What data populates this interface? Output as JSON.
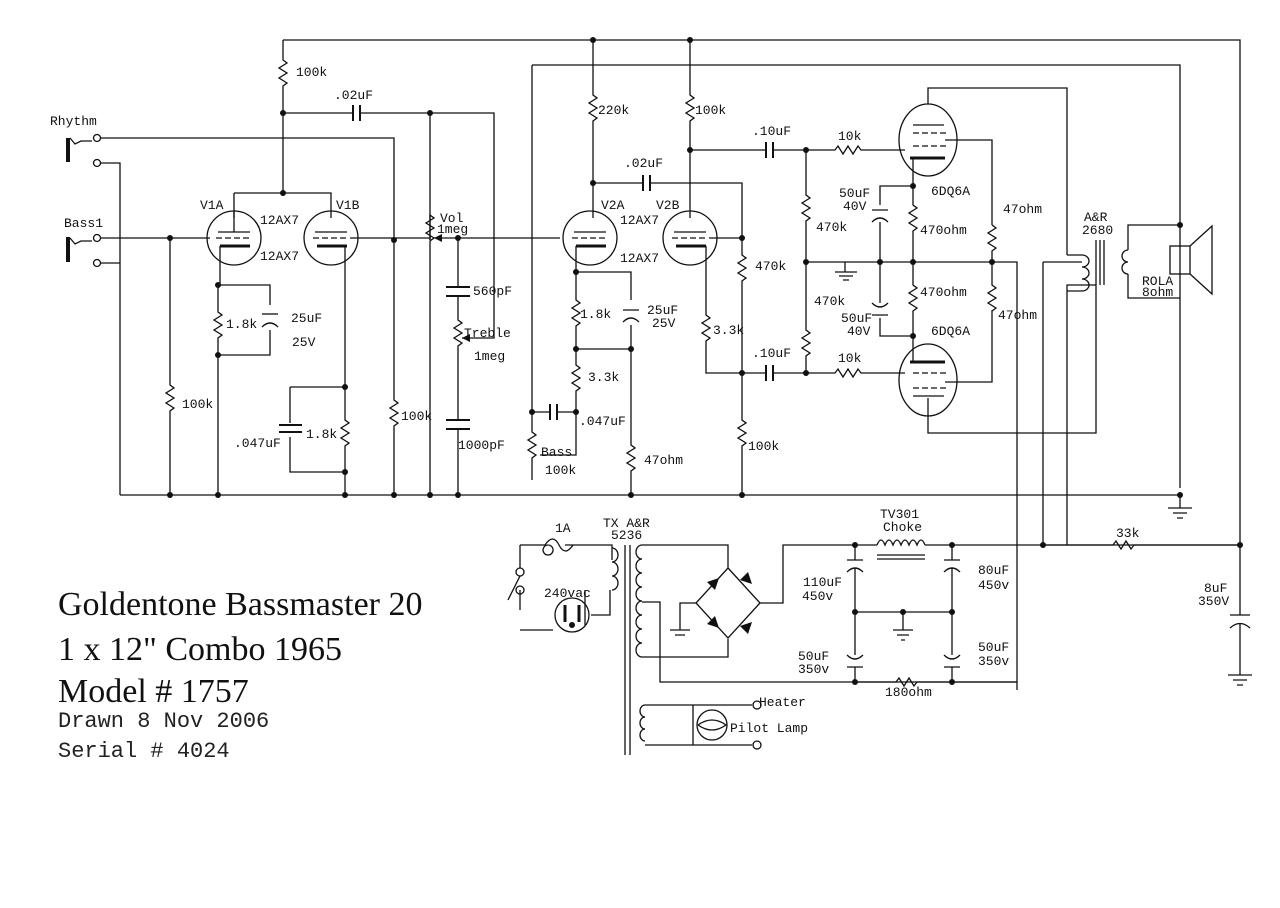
{
  "title_block": {
    "line1": "Goldentone Bassmaster 20",
    "line2": "1 x 12\" Combo 1965",
    "line3": "Model # 1757",
    "drawn": "Drawn 8 Nov 2006",
    "serial": "Serial # 4024"
  },
  "inputs": {
    "rhythm": "Rhythm",
    "bass1": "Bass1"
  },
  "tubes": {
    "v1a": "V1A",
    "v1b": "V1B",
    "v1_type_top": "12AX7",
    "v1_type_bottom": "12AX7",
    "v2a": "V2A",
    "v2b": "V2B",
    "v2_type_top": "12AX7",
    "v2_type_bottom": "12AX7",
    "power_top": "6DQ6A",
    "power_bottom": "6DQ6A"
  },
  "preamp": {
    "r_plate_v1": "100k",
    "c_coupling_v1": ".02uF",
    "r_grid_v1": "100k",
    "r_cathode_v1a": "1.8k",
    "c_cathode_v1a_value": "25uF",
    "c_cathode_v1a_voltage": "25V",
    "r_cathode_v1b": "1.8k",
    "c_cathode_v1b": ".047uF",
    "r_mix": "100k",
    "vol_name": "Vol",
    "vol_value": "1meg",
    "c_treble": "560pF",
    "treble_name": "Treble",
    "treble_value": "1meg",
    "c_tone_bottom": "1000pF"
  },
  "phase_inverter": {
    "r_plate_v2a": "220k",
    "r_plate_v2b": "100k",
    "c_v2_coupling": ".02uF",
    "c_out_top": ".10uF",
    "c_out_bottom": ".10uF",
    "r_cathode_v2a": "1.8k",
    "c_cathode_v2a_value": "25uF",
    "c_cathode_v2a_voltage": "25V",
    "r_tail": "3.3k",
    "c_bass": ".047uF",
    "bass_name": "Bass",
    "bass_value": "100k",
    "r_47ohm": "47ohm",
    "r_v2b_grid": "470k",
    "r_v2b_3k3": "3.3k",
    "r_bottom_100k": "100k"
  },
  "power_stage": {
    "r_grid_stop_top": "10k",
    "r_grid_stop_bottom": "10k",
    "r_grid_leak_top": "470k",
    "r_grid_leak_bottom": "470k",
    "c_cath_top_value": "50uF",
    "c_cath_top_voltage": "40V",
    "c_cath_bottom_value": "50uF",
    "c_cath_bottom_voltage": "40V",
    "r_cath_top": "470ohm",
    "r_cath_bottom": "470ohm",
    "r_screen_top": "47ohm",
    "r_screen_bottom": "47ohm"
  },
  "output": {
    "ot_brand": "A&R",
    "ot_model": "2680",
    "speaker_brand": "ROLA",
    "speaker_impedance": "8ohm"
  },
  "power_supply": {
    "fuse": "1A",
    "mains": "240vac",
    "pt_name": "TX A&R",
    "pt_model": "5236",
    "choke_model": "TV301",
    "choke_label": "Choke",
    "c1_value": "110uF",
    "c1_voltage": "450v",
    "c2_value": "80uF",
    "c2_voltage": "450v",
    "c3_value": "50uF",
    "c3_voltage": "350v",
    "c4_value": "50uF",
    "c4_voltage": "350v",
    "r_balance": "180ohm",
    "r_dropping": "33k",
    "c_last_value": "8uF",
    "c_last_voltage": "350V",
    "heater": "Heater",
    "pilot": "Pilot Lamp"
  }
}
